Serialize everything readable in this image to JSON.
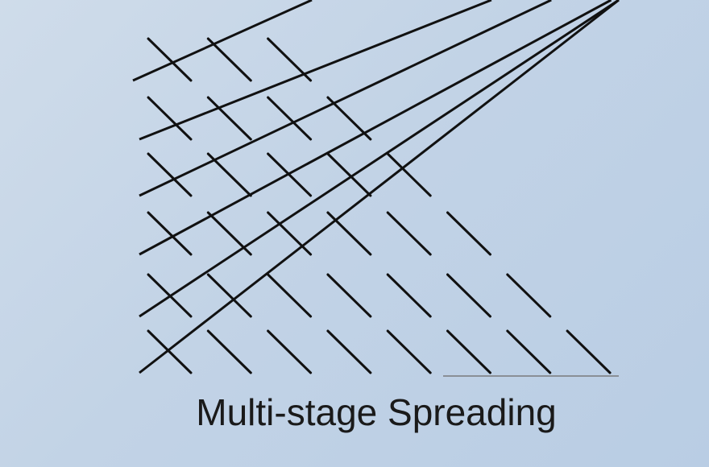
{
  "caption": "Multi-stage Spreading",
  "colors": {
    "background": "#c2d3e6",
    "stroke": "#111111",
    "accent_shadow": "#777777"
  },
  "stages": [
    {
      "stage": 1,
      "ticks": 3
    },
    {
      "stage": 2,
      "ticks": 4
    },
    {
      "stage": 3,
      "ticks": 5
    },
    {
      "stage": 4,
      "ticks": 6
    },
    {
      "stage": 5,
      "ticks": 7
    },
    {
      "stage": 6,
      "ticks": 8
    }
  ]
}
